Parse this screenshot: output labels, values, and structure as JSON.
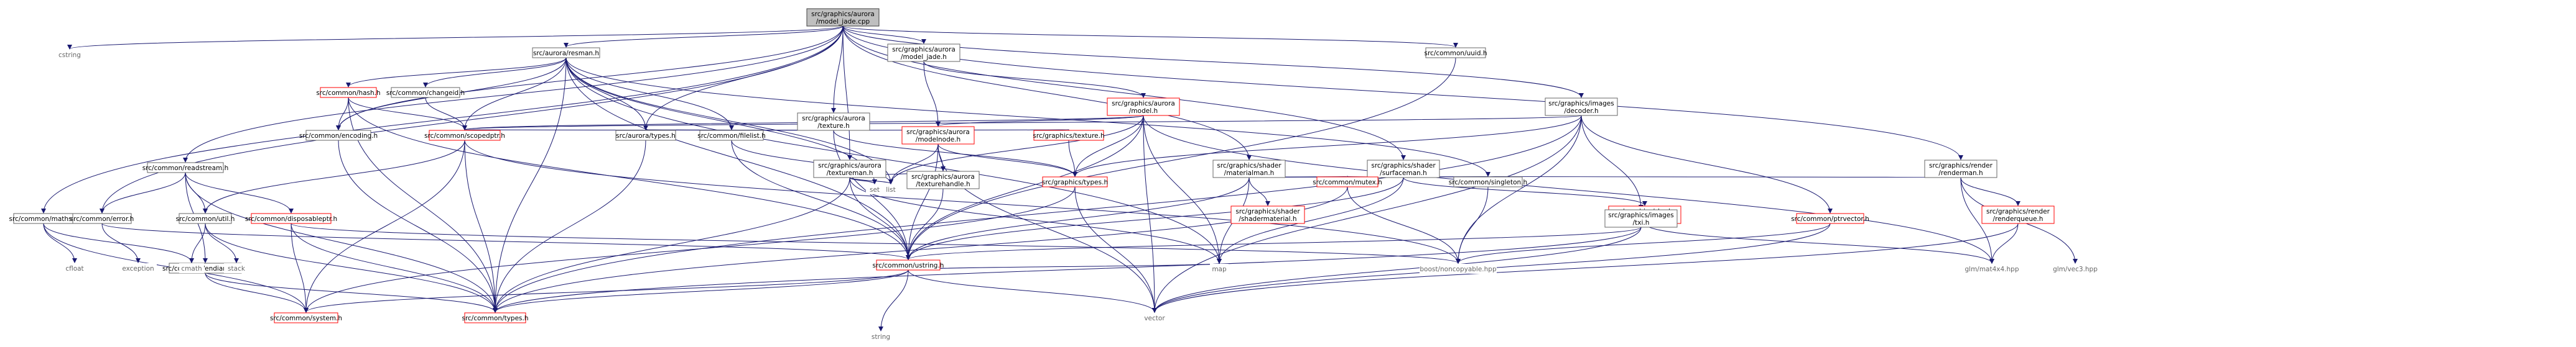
{
  "diagram": {
    "nodes": [
      {
        "id": "root",
        "lines": [
          "src/graphics/aurora",
          "/model_jade.cpp"
        ],
        "kind": "root"
      },
      {
        "id": "cstring",
        "lines": [
          "cstring"
        ],
        "kind": "leaf"
      },
      {
        "id": "maths",
        "lines": [
          "src/common/maths.h"
        ],
        "kind": "normal"
      },
      {
        "id": "readstream",
        "lines": [
          "src/common/readstream.h"
        ],
        "kind": "normal"
      },
      {
        "id": "resman",
        "lines": [
          "src/aurora/resman.h"
        ],
        "kind": "normal"
      },
      {
        "id": "modeljadeh",
        "lines": [
          "src/graphics/aurora",
          "/model_jade.h"
        ],
        "kind": "normal"
      },
      {
        "id": "texture",
        "lines": [
          "src/graphics/aurora",
          "/texture.h"
        ],
        "kind": "normal"
      },
      {
        "id": "textureman",
        "lines": [
          "src/graphics/aurora",
          "/textureman.h"
        ],
        "kind": "normal"
      },
      {
        "id": "model",
        "lines": [
          "src/graphics/aurora",
          "/model.h"
        ],
        "kind": "red"
      },
      {
        "id": "materialman",
        "lines": [
          "src/graphics/shader",
          "/materialman.h"
        ],
        "kind": "normal"
      },
      {
        "id": "surfaceman",
        "lines": [
          "src/graphics/shader",
          "/surfaceman.h"
        ],
        "kind": "normal"
      },
      {
        "id": "uuid",
        "lines": [
          "src/common/uuid.h"
        ],
        "kind": "normal"
      },
      {
        "id": "decoder",
        "lines": [
          "src/graphics/images",
          "/decoder.h"
        ],
        "kind": "normal"
      },
      {
        "id": "renderman",
        "lines": [
          "src/graphics/render",
          "/renderman.h"
        ],
        "kind": "normal"
      },
      {
        "id": "hash",
        "lines": [
          "src/common/hash.h"
        ],
        "kind": "red"
      },
      {
        "id": "changeid",
        "lines": [
          "src/common/changeid.h"
        ],
        "kind": "normal"
      },
      {
        "id": "encoding",
        "lines": [
          "src/common/encoding.h"
        ],
        "kind": "normal"
      },
      {
        "id": "scopedptr",
        "lines": [
          "src/common/scopedptr.h"
        ],
        "kind": "red"
      },
      {
        "id": "auroratypes",
        "lines": [
          "src/aurora/types.h"
        ],
        "kind": "normal"
      },
      {
        "id": "filelist",
        "lines": [
          "src/common/filelist.h"
        ],
        "kind": "normal"
      },
      {
        "id": "gtexture",
        "lines": [
          "src/graphics/texture.h"
        ],
        "kind": "red"
      },
      {
        "id": "modelnode",
        "lines": [
          "src/graphics/aurora",
          "/modelnode.h"
        ],
        "kind": "red"
      },
      {
        "id": "texturehandle",
        "lines": [
          "src/graphics/aurora",
          "/texturehandle.h"
        ],
        "kind": "normal"
      },
      {
        "id": "gtypes",
        "lines": [
          "src/graphics/types.h"
        ],
        "kind": "red"
      },
      {
        "id": "shadermaterial",
        "lines": [
          "src/graphics/shader",
          "/shadermaterial.h"
        ],
        "kind": "red"
      },
      {
        "id": "mutex",
        "lines": [
          "src/common/mutex.h"
        ],
        "kind": "red"
      },
      {
        "id": "singleton",
        "lines": [
          "src/common/singleton.h"
        ],
        "kind": "normal"
      },
      {
        "id": "shadersurface",
        "lines": [
          "src/graphics/shader",
          "/shadersurface.h"
        ],
        "kind": "red"
      },
      {
        "id": "txi",
        "lines": [
          "src/graphics/images",
          "/txi.h"
        ],
        "kind": "normal"
      },
      {
        "id": "ptrvector",
        "lines": [
          "src/common/ptrvector.h"
        ],
        "kind": "red"
      },
      {
        "id": "renderqueue",
        "lines": [
          "src/graphics/render",
          "/renderqueue.h"
        ],
        "kind": "red"
      },
      {
        "id": "error",
        "lines": [
          "src/common/error.h"
        ],
        "kind": "normal"
      },
      {
        "id": "util",
        "lines": [
          "src/common/util.h"
        ],
        "kind": "normal"
      },
      {
        "id": "disposableptr",
        "lines": [
          "src/common/disposableptr.h"
        ],
        "kind": "red"
      },
      {
        "id": "endianness",
        "lines": [
          "src/common/endianness.h"
        ],
        "kind": "normal"
      },
      {
        "id": "ustring",
        "lines": [
          "src/common/ustring.h"
        ],
        "kind": "red"
      },
      {
        "id": "cfloat",
        "lines": [
          "cfloat"
        ],
        "kind": "leaf"
      },
      {
        "id": "exception",
        "lines": [
          "exception"
        ],
        "kind": "leaf"
      },
      {
        "id": "cmath",
        "lines": [
          "cmath"
        ],
        "kind": "leaf"
      },
      {
        "id": "stack",
        "lines": [
          "stack"
        ],
        "kind": "leaf"
      },
      {
        "id": "set",
        "lines": [
          "set"
        ],
        "kind": "leaf"
      },
      {
        "id": "list",
        "lines": [
          "list"
        ],
        "kind": "leaf"
      },
      {
        "id": "map",
        "lines": [
          "map"
        ],
        "kind": "leaf"
      },
      {
        "id": "noncopyable",
        "lines": [
          "boost/noncopyable.hpp"
        ],
        "kind": "leaf"
      },
      {
        "id": "mat4x4",
        "lines": [
          "glm/mat4x4.hpp"
        ],
        "kind": "leaf"
      },
      {
        "id": "vec3",
        "lines": [
          "glm/vec3.hpp"
        ],
        "kind": "leaf"
      },
      {
        "id": "system",
        "lines": [
          "src/common/system.h"
        ],
        "kind": "red"
      },
      {
        "id": "ctypes",
        "lines": [
          "src/common/types.h"
        ],
        "kind": "red"
      },
      {
        "id": "string",
        "lines": [
          "string"
        ],
        "kind": "leaf"
      },
      {
        "id": "vector",
        "lines": [
          "vector"
        ],
        "kind": "leaf"
      }
    ],
    "edges": [
      [
        "root",
        "cstring"
      ],
      [
        "root",
        "maths"
      ],
      [
        "root",
        "readstream"
      ],
      [
        "root",
        "resman"
      ],
      [
        "root",
        "modeljadeh"
      ],
      [
        "root",
        "texture"
      ],
      [
        "root",
        "textureman"
      ],
      [
        "root",
        "materialman"
      ],
      [
        "root",
        "surfaceman"
      ],
      [
        "root",
        "uuid"
      ],
      [
        "root",
        "decoder"
      ],
      [
        "root",
        "renderman"
      ],
      [
        "root",
        "encoding"
      ],
      [
        "root",
        "error"
      ],
      [
        "root",
        "auroratypes"
      ],
      [
        "maths",
        "cfloat"
      ],
      [
        "maths",
        "cmath"
      ],
      [
        "maths",
        "system"
      ],
      [
        "readstream",
        "error"
      ],
      [
        "readstream",
        "util"
      ],
      [
        "readstream",
        "disposableptr"
      ],
      [
        "readstream",
        "endianness"
      ],
      [
        "readstream",
        "ctypes"
      ],
      [
        "resman",
        "hash"
      ],
      [
        "resman",
        "changeid"
      ],
      [
        "resman",
        "encoding"
      ],
      [
        "resman",
        "scopedptr"
      ],
      [
        "resman",
        "auroratypes"
      ],
      [
        "resman",
        "filelist"
      ],
      [
        "resman",
        "singleton"
      ],
      [
        "resman",
        "set"
      ],
      [
        "resman",
        "list"
      ],
      [
        "resman",
        "map"
      ],
      [
        "resman",
        "ustring"
      ],
      [
        "resman",
        "ctypes"
      ],
      [
        "modeljadeh",
        "model"
      ],
      [
        "modeljadeh",
        "modelnode"
      ],
      [
        "texture",
        "scopedptr"
      ],
      [
        "texture",
        "auroratypes"
      ],
      [
        "texture",
        "gtexture"
      ],
      [
        "texture",
        "gtypes"
      ],
      [
        "texture",
        "ustring"
      ],
      [
        "textureman",
        "texturehandle"
      ],
      [
        "textureman",
        "set"
      ],
      [
        "textureman",
        "list"
      ],
      [
        "textureman",
        "map"
      ],
      [
        "textureman",
        "ustring"
      ],
      [
        "textureman",
        "ctypes"
      ],
      [
        "model",
        "modelnode"
      ],
      [
        "model",
        "gtypes"
      ],
      [
        "model",
        "list"
      ],
      [
        "model",
        "map"
      ],
      [
        "model",
        "vector"
      ],
      [
        "model",
        "mat4x4"
      ],
      [
        "model",
        "ustring"
      ],
      [
        "model",
        "scopedptr"
      ],
      [
        "materialman",
        "shadermaterial"
      ],
      [
        "materialman",
        "mutex"
      ],
      [
        "materialman",
        "singleton"
      ],
      [
        "materialman",
        "map"
      ],
      [
        "materialman",
        "ustring"
      ],
      [
        "surfaceman",
        "shadersurface"
      ],
      [
        "surfaceman",
        "mutex"
      ],
      [
        "surfaceman",
        "singleton"
      ],
      [
        "surfaceman",
        "map"
      ],
      [
        "surfaceman",
        "ustring"
      ],
      [
        "uuid",
        "ustring"
      ],
      [
        "decoder",
        "txi"
      ],
      [
        "decoder",
        "ptrvector"
      ],
      [
        "decoder",
        "gtypes"
      ],
      [
        "decoder",
        "scopedptr"
      ],
      [
        "decoder",
        "noncopyable"
      ],
      [
        "decoder",
        "vector"
      ],
      [
        "decoder",
        "ctypes"
      ],
      [
        "renderman",
        "renderqueue"
      ],
      [
        "renderman",
        "singleton"
      ],
      [
        "renderman",
        "mat4x4"
      ],
      [
        "renderman",
        "vec3"
      ],
      [
        "hash",
        "encoding"
      ],
      [
        "hash",
        "scopedptr"
      ],
      [
        "hash",
        "ustring"
      ],
      [
        "hash",
        "ctypes"
      ],
      [
        "changeid",
        "scopedptr"
      ],
      [
        "encoding",
        "ctypes"
      ],
      [
        "scopedptr",
        "util"
      ],
      [
        "scopedptr",
        "system"
      ],
      [
        "scopedptr",
        "ctypes"
      ],
      [
        "scopedptr",
        "noncopyable"
      ],
      [
        "auroratypes",
        "ctypes"
      ],
      [
        "filelist",
        "list"
      ],
      [
        "filelist",
        "ustring"
      ],
      [
        "gtexture",
        "gtypes"
      ],
      [
        "modelnode",
        "gtypes"
      ],
      [
        "modelnode",
        "texturehandle"
      ],
      [
        "modelnode",
        "list"
      ],
      [
        "modelnode",
        "ustring"
      ],
      [
        "modelnode",
        "vector"
      ],
      [
        "texturehandle",
        "ustring"
      ],
      [
        "gtypes",
        "vector"
      ],
      [
        "gtypes",
        "system"
      ],
      [
        "mutex",
        "noncopyable"
      ],
      [
        "mutex",
        "ctypes"
      ],
      [
        "singleton",
        "noncopyable"
      ],
      [
        "shadersurface",
        "mat4x4"
      ],
      [
        "txi",
        "ustring"
      ],
      [
        "txi",
        "vector"
      ],
      [
        "txi",
        "ctypes"
      ],
      [
        "ptrvector",
        "noncopyable"
      ],
      [
        "ptrvector",
        "vector"
      ],
      [
        "renderqueue",
        "mat4x4"
      ],
      [
        "renderqueue",
        "vector"
      ],
      [
        "error",
        "exception"
      ],
      [
        "error",
        "ustring"
      ],
      [
        "util",
        "cmath"
      ],
      [
        "util",
        "stack"
      ],
      [
        "util",
        "ctypes"
      ],
      [
        "disposableptr",
        "system"
      ],
      [
        "disposableptr",
        "ctypes"
      ],
      [
        "disposableptr",
        "noncopyable"
      ],
      [
        "endianness",
        "ctypes"
      ],
      [
        "endianness",
        "system"
      ],
      [
        "ustring",
        "string"
      ],
      [
        "ustring",
        "vector"
      ],
      [
        "ustring",
        "map"
      ],
      [
        "ustring",
        "ctypes"
      ],
      [
        "ustring",
        "system"
      ]
    ]
  }
}
